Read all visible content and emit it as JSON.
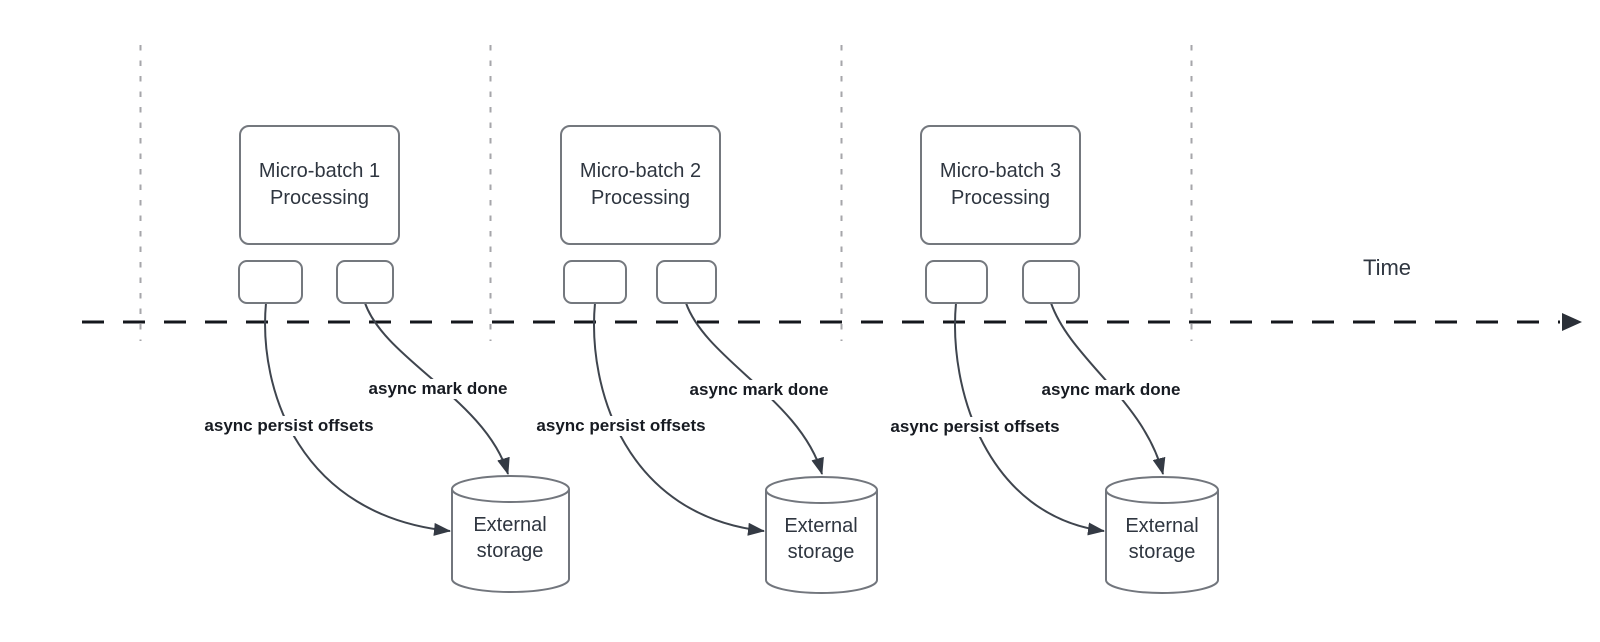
{
  "diagram": {
    "time_axis_label": "Time",
    "groups": [
      {
        "processing": "Micro-batch 1\nProcessing",
        "persist": "async persist offsets",
        "done": "async mark done",
        "storage": "External\nstorage"
      },
      {
        "processing": "Micro-batch 2\nProcessing",
        "persist": "async persist offsets",
        "done": "async mark done",
        "storage": "External\nstorage"
      },
      {
        "processing": "Micro-batch 3\nProcessing",
        "persist": "async persist offsets",
        "done": "async mark done",
        "storage": "External\nstorage"
      }
    ],
    "colors": {
      "curve": "#3f454e",
      "axis": "#14171c",
      "guide": "#a6a6aa",
      "box_border": "#74787e",
      "text": "#2f3640",
      "label_text": "#171b22"
    }
  }
}
